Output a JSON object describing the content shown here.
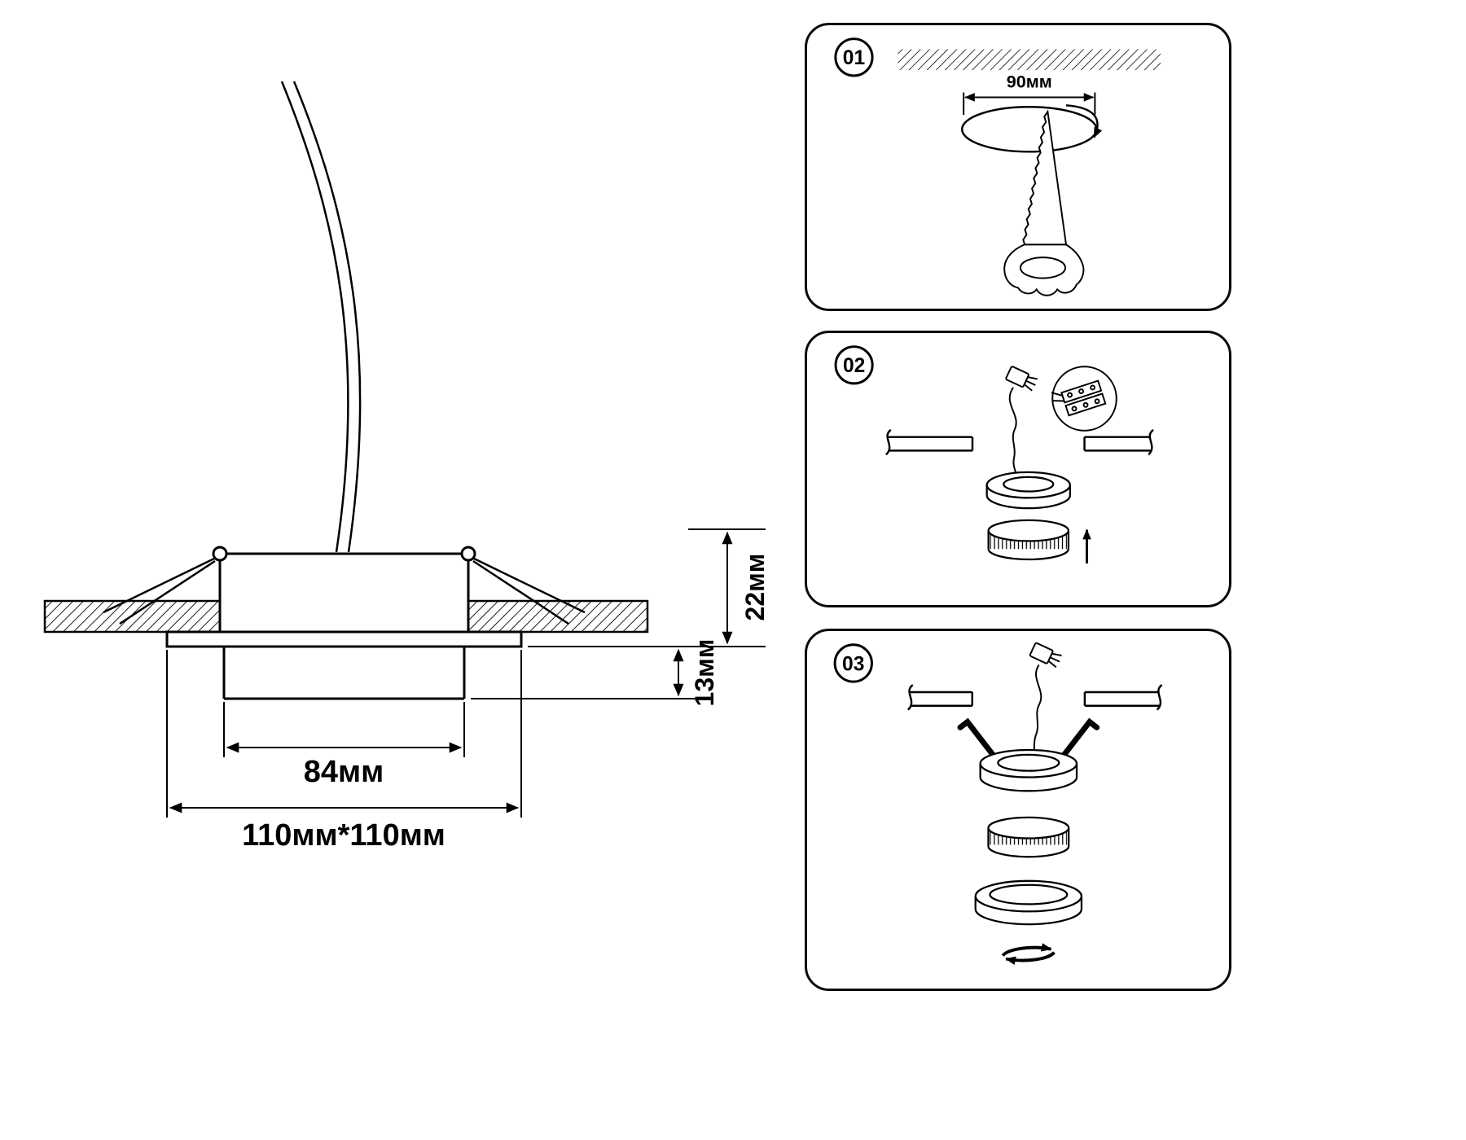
{
  "diagram": {
    "dims": {
      "height_above_ceiling": "22мм",
      "recess_depth": "13мм",
      "inner_width": "84мм",
      "outer_size": "110мм*110мм"
    }
  },
  "steps": [
    {
      "number": "01",
      "hole_diameter": "90мм"
    },
    {
      "number": "02"
    },
    {
      "number": "03"
    }
  ],
  "colors": {
    "line": "#000000",
    "background": "#ffffff"
  },
  "icons": [
    "ceiling-hatch-icon",
    "cut-hole-icon",
    "rotation-arrow-icon",
    "drywall-saw-icon",
    "wire-connector-icon",
    "terminal-detail-icon",
    "ceiling-cross-section-icon",
    "mounting-ring-icon",
    "lamp-icon",
    "arrow-up-icon",
    "spring-clip-icon",
    "trim-ring-icon",
    "rotate-arrows-icon",
    "power-wire-icon"
  ]
}
